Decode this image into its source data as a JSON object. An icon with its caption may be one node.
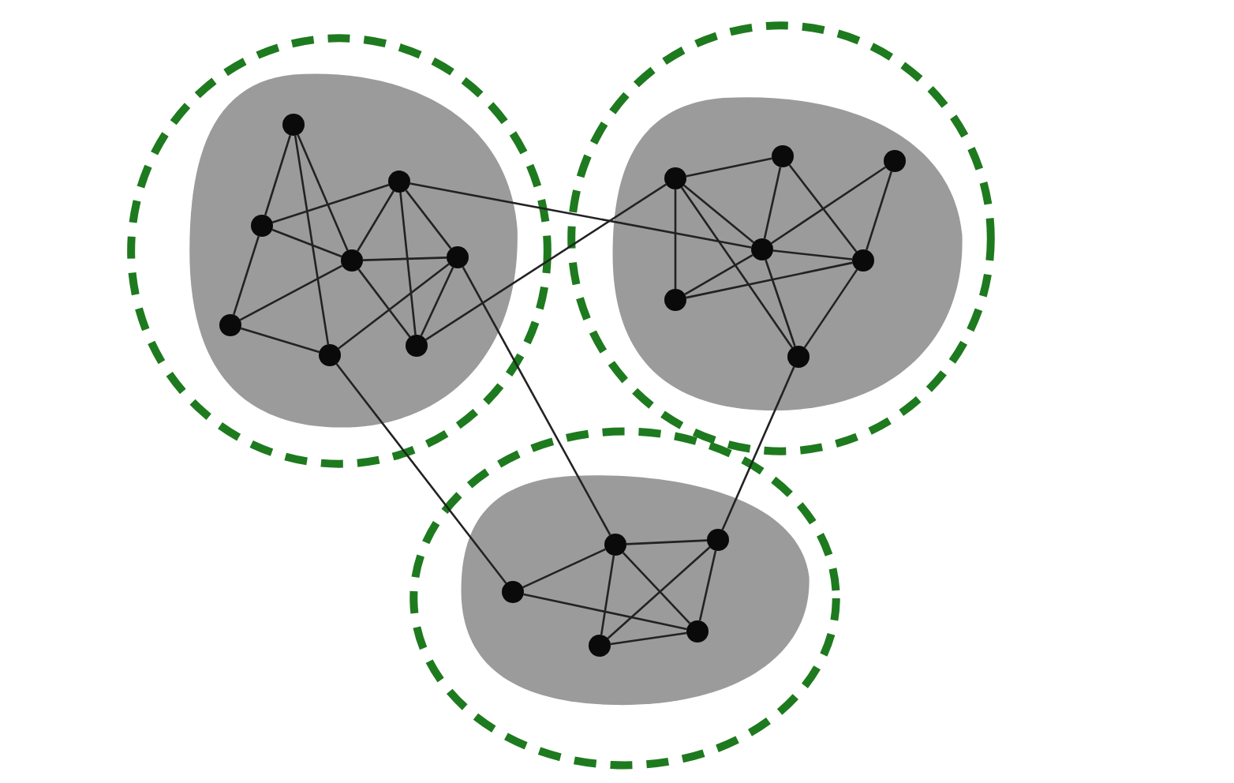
{
  "diagram": {
    "nodes": [
      {
        "text": [],
        "shape": "circle"
      },
      {
        "text": [],
        "shape": "blob",
        "in": 0
      },
      {
        "text": [],
        "shape": "circle",
        "in": 1
      },
      {
        "text": [],
        "shape": "circle",
        "in": 1
      },
      {
        "text": [],
        "shape": "circle",
        "in": 1
      },
      {
        "text": [],
        "shape": "circle",
        "in": 1
      },
      {
        "text": [],
        "shape": "circle",
        "in": 1
      },
      {
        "text": [],
        "shape": "circle",
        "in": 1
      },
      {
        "text": [],
        "shape": "circle",
        "in": 1
      },
      {
        "text": [],
        "shape": "circle",
        "in": 1
      },
      {
        "text": [],
        "shape": "circle"
      },
      {
        "text": [],
        "shape": "blob",
        "in": 10
      },
      {
        "text": [],
        "shape": "circle",
        "in": 11
      },
      {
        "text": [],
        "shape": "circle",
        "in": 11
      },
      {
        "text": [],
        "shape": "circle",
        "in": 11
      },
      {
        "text": [],
        "shape": "circle",
        "in": 11
      },
      {
        "text": [],
        "shape": "circle",
        "in": 11
      },
      {
        "text": [],
        "shape": "circle",
        "in": 11
      },
      {
        "text": [],
        "shape": "circle",
        "in": 11
      },
      {
        "text": [],
        "shape": "circle"
      },
      {
        "text": [],
        "shape": "blob",
        "in": 19
      },
      {
        "text": [],
        "shape": "circle",
        "in": 20
      },
      {
        "text": [],
        "shape": "circle",
        "in": 20
      },
      {
        "text": [],
        "shape": "circle",
        "in": 20
      },
      {
        "text": [],
        "shape": "circle",
        "in": 20
      },
      {
        "text": [],
        "shape": "circle",
        "in": 20
      }
    ],
    "edges": [
      {
        "from": 2,
        "to": 4,
        "arrow": "none"
      },
      {
        "from": 2,
        "to": 5,
        "arrow": "none"
      },
      {
        "from": 2,
        "to": 8,
        "arrow": "none"
      },
      {
        "from": 3,
        "to": 4,
        "arrow": "none"
      },
      {
        "from": 3,
        "to": 5,
        "arrow": "none"
      },
      {
        "from": 3,
        "to": 6,
        "arrow": "none"
      },
      {
        "from": 3,
        "to": 9,
        "arrow": "none"
      },
      {
        "from": 4,
        "to": 5,
        "arrow": "none"
      },
      {
        "from": 4,
        "to": 7,
        "arrow": "none"
      },
      {
        "from": 5,
        "to": 6,
        "arrow": "none"
      },
      {
        "from": 5,
        "to": 7,
        "arrow": "none"
      },
      {
        "from": 5,
        "to": 9,
        "arrow": "none"
      },
      {
        "from": 6,
        "to": 8,
        "arrow": "none"
      },
      {
        "from": 6,
        "to": 9,
        "arrow": "none"
      },
      {
        "from": 7,
        "to": 8,
        "arrow": "none"
      },
      {
        "from": 3,
        "to": 15,
        "arrow": "none"
      },
      {
        "from": 9,
        "to": 12,
        "arrow": "none"
      },
      {
        "from": 6,
        "to": 22,
        "arrow": "none"
      },
      {
        "from": 8,
        "to": 21,
        "arrow": "none"
      },
      {
        "from": 12,
        "to": 13,
        "arrow": "none"
      },
      {
        "from": 12,
        "to": 15,
        "arrow": "none"
      },
      {
        "from": 12,
        "to": 17,
        "arrow": "none"
      },
      {
        "from": 12,
        "to": 18,
        "arrow": "none"
      },
      {
        "from": 13,
        "to": 15,
        "arrow": "none"
      },
      {
        "from": 13,
        "to": 16,
        "arrow": "none"
      },
      {
        "from": 14,
        "to": 15,
        "arrow": "none"
      },
      {
        "from": 14,
        "to": 16,
        "arrow": "none"
      },
      {
        "from": 15,
        "to": 16,
        "arrow": "none"
      },
      {
        "from": 15,
        "to": 17,
        "arrow": "none"
      },
      {
        "from": 15,
        "to": 18,
        "arrow": "none"
      },
      {
        "from": 16,
        "to": 17,
        "arrow": "none"
      },
      {
        "from": 16,
        "to": 18,
        "arrow": "none"
      },
      {
        "from": 18,
        "to": 23,
        "arrow": "none"
      },
      {
        "from": 21,
        "to": 22,
        "arrow": "none"
      },
      {
        "from": 21,
        "to": 25,
        "arrow": "none"
      },
      {
        "from": 22,
        "to": 23,
        "arrow": "none"
      },
      {
        "from": 22,
        "to": 24,
        "arrow": "none"
      },
      {
        "from": 22,
        "to": 25,
        "arrow": "none"
      },
      {
        "from": 23,
        "to": 24,
        "arrow": "none"
      },
      {
        "from": 23,
        "to": 25,
        "arrow": "none"
      },
      {
        "from": 24,
        "to": 25,
        "arrow": "none"
      }
    ]
  }
}
